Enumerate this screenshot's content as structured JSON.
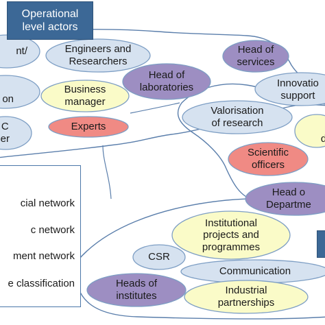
{
  "header": {
    "title": "Operational\nlevel actors"
  },
  "nodes": {
    "left_top": "nt/",
    "left_mid": "on",
    "left_low": "C\ner",
    "engineers": "Engineers and\nResearchers",
    "business_manager": "Business\nmanager",
    "experts": "Experts",
    "head_of_labs": "Head of\nlaboratories",
    "head_of_services": "Head of\nservices",
    "innovation_support": "Innovatio\nsupport",
    "valorisation": "Valorisation\nof research",
    "right_partial": "d",
    "scientific_officers": "Scientific\nofficers",
    "head_of_department": "Head o\nDepartme",
    "institutional_projects": "Institutional\nprojects and\nprogrammes",
    "csr": "CSR",
    "communication": "Communication",
    "heads_of_institutes": "Heads of\ninstitutes",
    "industrial_partnerships": "Industrial\npartnerships"
  },
  "legend": {
    "items": [
      "cial network",
      "c network",
      "ment network",
      "e classification"
    ]
  },
  "colors": {
    "header_blue": "#3c6896",
    "node_blue": "#d6e2f0",
    "node_purple": "#9d8ec2",
    "node_yellow": "#fafbc8",
    "node_red": "#f08a84",
    "node_stroke": "#7d9ec4",
    "network_line": "#5a7eab"
  }
}
